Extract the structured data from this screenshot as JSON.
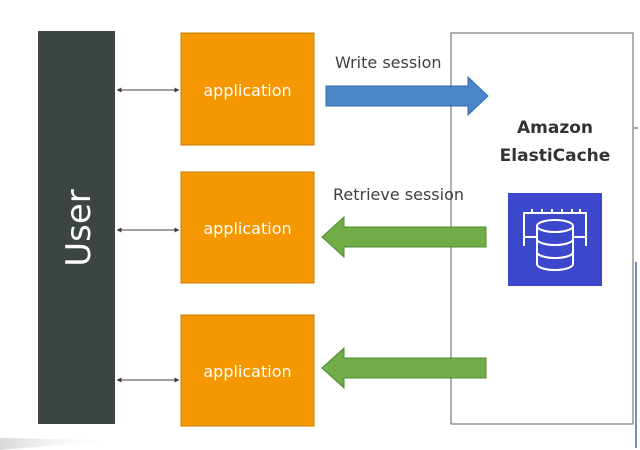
{
  "diagram": {
    "user_label": "User",
    "applications": [
      {
        "label": "application"
      },
      {
        "label": "application"
      },
      {
        "label": "application"
      }
    ],
    "write_label": "Write session",
    "retrieve_label": "Retrieve session",
    "cache": {
      "title_line1": "Amazon",
      "title_line2": "ElastiCache",
      "icon": "elasticache-icon"
    }
  },
  "colors": {
    "user_bar": "#3d4444",
    "application_box": "#f59700",
    "application_border": "#c97b00",
    "write_arrow": "#4a86c6",
    "retrieve_arrow": "#70ad47",
    "cache_icon_bg": "#3b48cc",
    "connector": "#404040"
  }
}
